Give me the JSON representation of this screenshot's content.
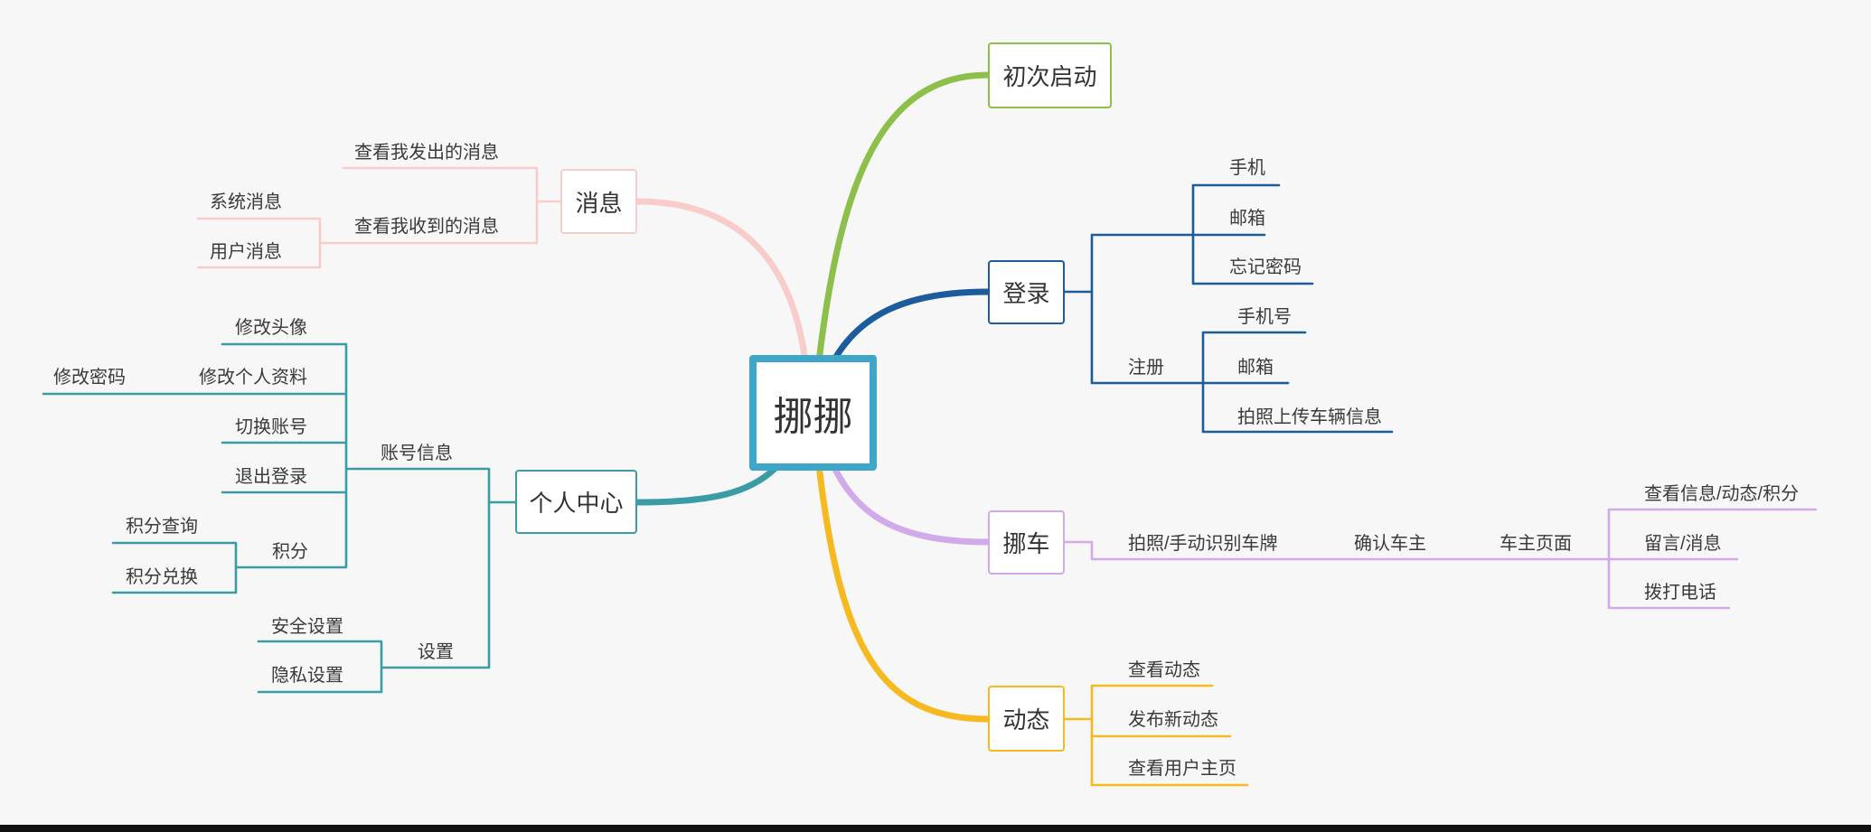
{
  "root": {
    "label": "挪挪",
    "color": "#3ea6c8"
  },
  "first_launch": {
    "label": "初次启动",
    "color": "#8cc04b"
  },
  "login": {
    "label": "登录",
    "color": "#1c5b9c",
    "options": [
      "手机",
      "邮箱",
      "忘记密码"
    ],
    "register": {
      "label": "注册",
      "options": [
        "手机号",
        "邮箱",
        "拍照上传车辆信息"
      ]
    }
  },
  "move_car": {
    "label": "挪车",
    "color": "#d1aaea",
    "steps": [
      "拍照/手动识别车牌",
      "确认车主",
      "车主页面"
    ],
    "owner_page_actions": [
      "查看信息/动态/积分",
      "留言/消息",
      "拨打电话"
    ]
  },
  "feed": {
    "label": "动态",
    "color": "#f6b920",
    "actions": [
      "查看动态",
      "发布新动态",
      "查看用户主页"
    ]
  },
  "messages": {
    "label": "消息",
    "color": "#f9cccc",
    "sent": "查看我发出的消息",
    "received": {
      "label": "查看我收到的消息",
      "types": [
        "系统消息",
        "用户消息"
      ]
    }
  },
  "profile": {
    "label": "个人中心",
    "color": "#3b9ca6",
    "account": {
      "label": "账号信息",
      "items": [
        "修改头像",
        "修改个人资料",
        "切换账号",
        "退出登录"
      ],
      "edit_profile_children": [
        "修改密码"
      ],
      "points": {
        "label": "积分",
        "items": [
          "积分查询",
          "积分兑换"
        ]
      }
    },
    "settings": {
      "label": "设置",
      "items": [
        "安全设置",
        "隐私设置"
      ]
    }
  }
}
